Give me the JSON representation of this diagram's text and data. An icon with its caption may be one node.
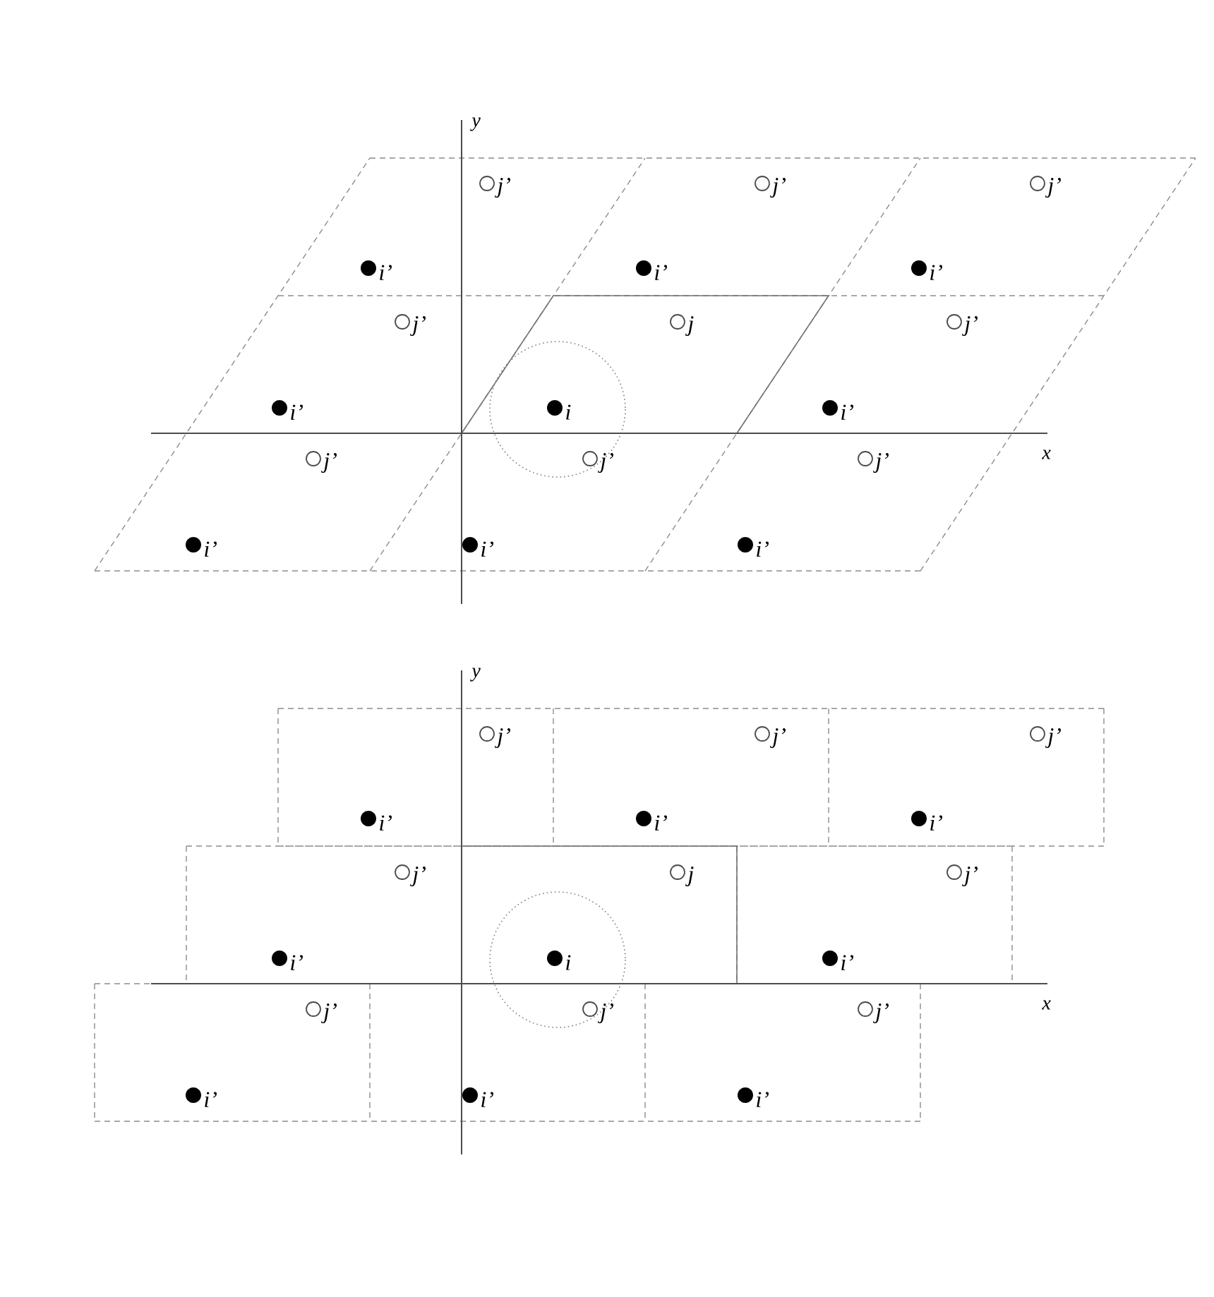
{
  "diagram": {
    "labels": [
      "y",
      "j’",
      "j’",
      "j’",
      "i’",
      "i’",
      "i’",
      "j’",
      "j",
      "j’",
      "i’",
      "i",
      "i’",
      "j’",
      "j’",
      "j’",
      "x",
      "i’",
      "i’",
      "i’",
      "y",
      "j’",
      "j’",
      "j’",
      "i’",
      "i’",
      "i’",
      "j’",
      "j",
      "j’",
      "i’",
      "i",
      "i’",
      "j’",
      "j’",
      "j’",
      "x",
      "i’",
      "i’",
      "i’"
    ]
  }
}
